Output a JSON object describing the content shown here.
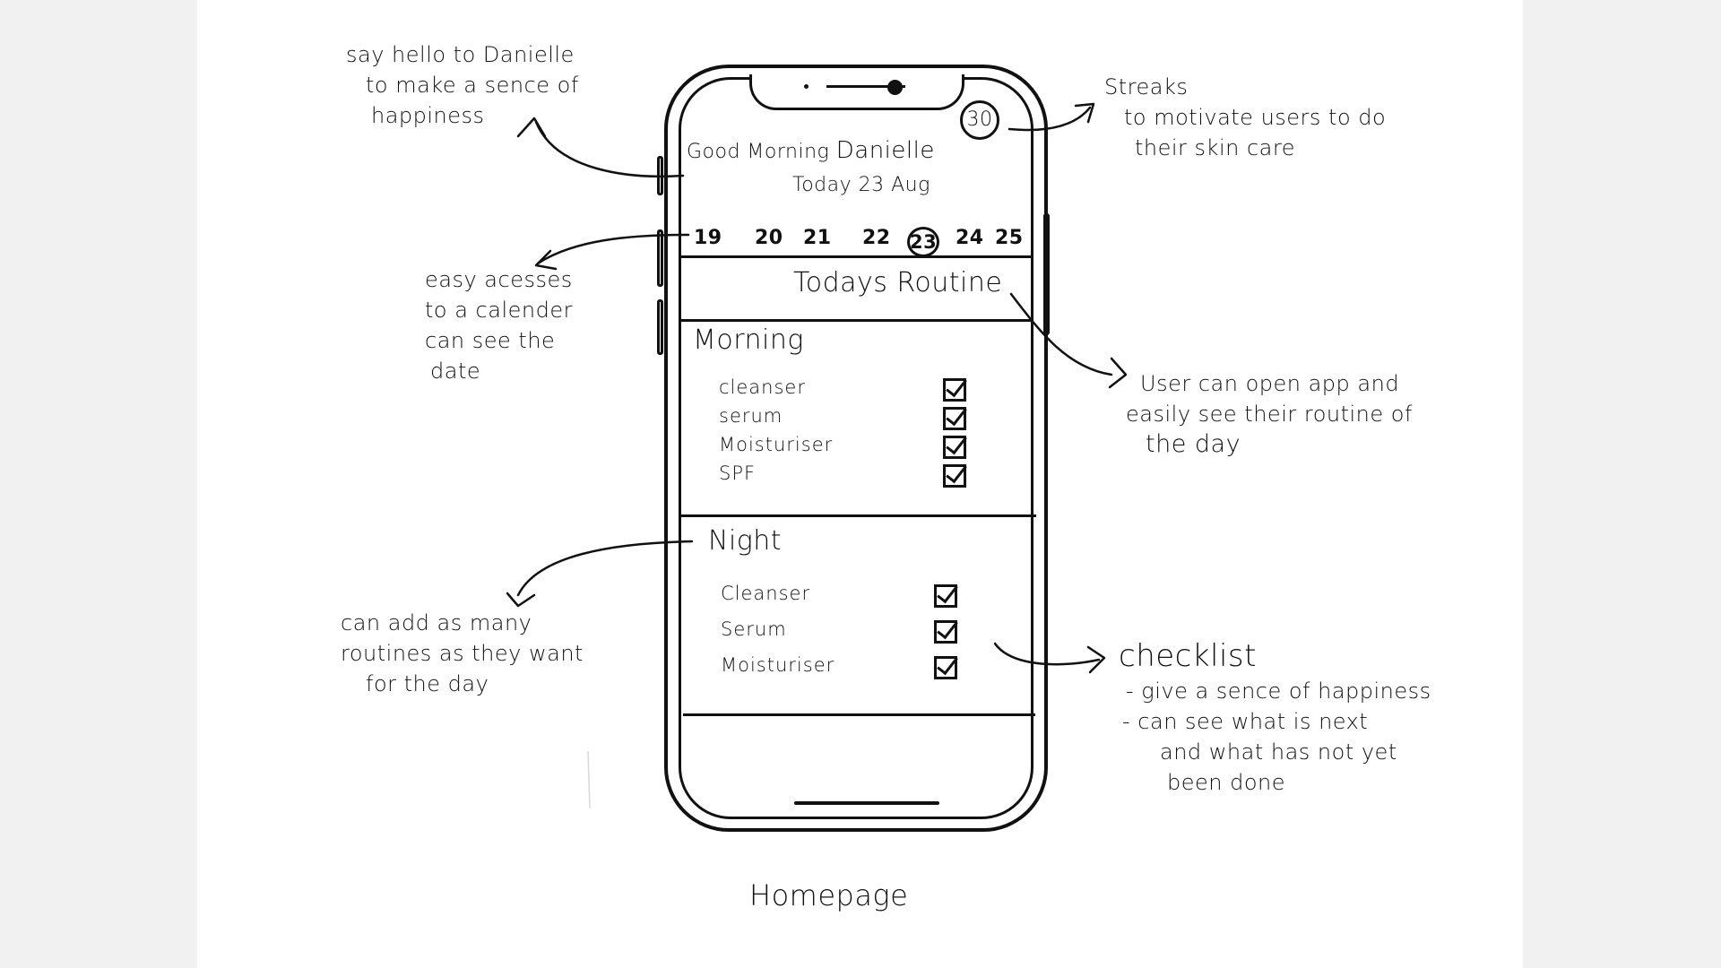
{
  "annotations": {
    "greeting_note": [
      "say hello to Danielle",
      "to make a sence of",
      "happiness"
    ],
    "streak_note": [
      "Streaks",
      "to motivate users to do",
      "their skin care"
    ],
    "calendar_note": [
      "easy acesses",
      "to a calender",
      "can see the",
      "date"
    ],
    "routine_note": [
      "User can open app and",
      "easily see their routine of",
      "the day"
    ],
    "add_routine_note": [
      "can add as many",
      "routines as they want",
      "for the day"
    ],
    "checklist_note": [
      "checklist",
      "- give a sence of happiness",
      "- can see what is next",
      "and what has not yet",
      "been done"
    ]
  },
  "phone": {
    "streak_count": "30",
    "greeting": "Good Morning",
    "user_name": "Danielle",
    "date_line": "Today 23 Aug",
    "days": [
      "19",
      "20",
      "21",
      "22",
      "23",
      "24",
      "25"
    ],
    "selected_day": "23",
    "routine_title": "Todays Routine",
    "morning": {
      "title": "Morning",
      "items": [
        "cleanser",
        "serum",
        "Moisturiser",
        "SPF"
      ]
    },
    "night": {
      "title": "Night",
      "items": [
        "Cleanser",
        "Serum",
        "Moisturiser"
      ]
    }
  },
  "caption": "Homepage"
}
